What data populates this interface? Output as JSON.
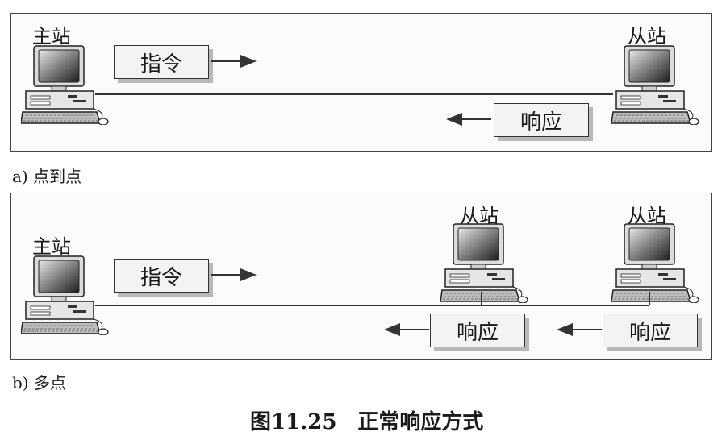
{
  "panel_a": {
    "master_label": "主站",
    "slave_label": "从站",
    "command_label": "指令",
    "response_label": "响应",
    "caption": "a) 点到点"
  },
  "panel_b": {
    "master_label": "主站",
    "slave1_label": "从站",
    "slave2_label": "从站",
    "command_label": "指令",
    "response1_label": "响应",
    "response2_label": "响应",
    "caption": "b) 多点"
  },
  "figure_title": "图11.25　正常响应方式",
  "icons": [
    "computer-icon",
    "arrow-right-icon",
    "arrow-left-icon"
  ]
}
